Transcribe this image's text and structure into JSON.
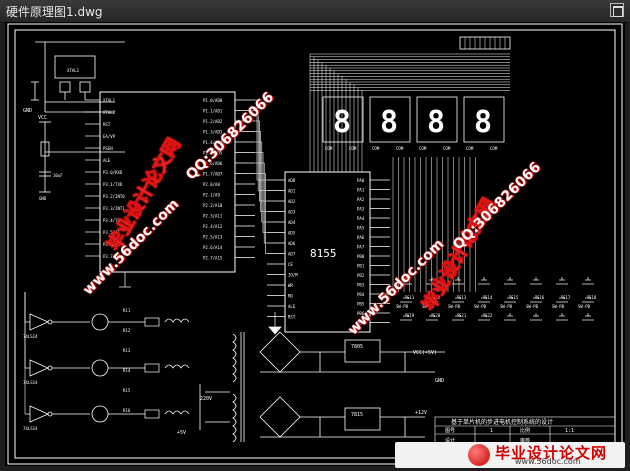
{
  "window": {
    "title": "硬件原理图1.dwg"
  },
  "drawing": {
    "chip_8155": "8155",
    "chip_74ls14": "74LS14",
    "reg_7805": "7805",
    "reg_7815": "7815",
    "vcc_label": "VCC(+5V)",
    "vcc": "VCC",
    "gnd": "GND",
    "xtal": "XTAL1",
    "pins_left": [
      "XTAL1",
      "XTAL2",
      "RST",
      "EA/VP",
      "PSEN",
      "ALE",
      "P3.0/RXD",
      "P3.1/TXD",
      "P3.2/INT0",
      "P3.3/INT1",
      "P3.4/T0",
      "P3.5/T1",
      "P3.6/WR",
      "P3.7/RD"
    ],
    "pins_right": [
      "P1.0/AD0",
      "P1.1/AD1",
      "P1.2/AD2",
      "P1.3/AD3",
      "P1.4/AD4",
      "P1.5/AD5",
      "P1.6/AD6",
      "P1.7/AD7",
      "P2.0/A8",
      "P2.1/A9",
      "P2.2/A10",
      "P2.3/A11",
      "P2.4/A12",
      "P2.5/A13",
      "P2.6/A14",
      "P2.7/A15"
    ],
    "pins_8155": [
      "AD0",
      "AD1",
      "AD2",
      "AD3",
      "AD4",
      "AD5",
      "AD6",
      "AD7",
      "CE",
      "IO/M",
      "WR",
      "RD",
      "ALE",
      "RST"
    ],
    "pins_8155_right": [
      "PA0",
      "PA1",
      "PA2",
      "PA3",
      "PA4",
      "PA5",
      "PA6",
      "PA7",
      "PB0",
      "PB1",
      "PB2",
      "PB3",
      "PB4",
      "PB5",
      "PB6",
      "PB7"
    ],
    "seg_com": "COM",
    "seg_digit": "8",
    "resistors": [
      "R11",
      "R12",
      "R13",
      "R14",
      "R15",
      "R16"
    ],
    "keys": [
      "S11",
      "S12",
      "S13",
      "S14",
      "S15",
      "S16",
      "S17",
      "S18",
      "S19",
      "S20",
      "S21",
      "S22"
    ],
    "key_label": "SW-PB",
    "voltage_in": "220V",
    "voltage_12": "+12V",
    "voltage_5": "+5V",
    "cap_label": "10uF",
    "title_block": {
      "title": "基于单片机的步进电机控制系统的设计",
      "row1a": "图号",
      "row1b": "1",
      "row1c": "比例",
      "row1d": "1:1",
      "row2a": "设计",
      "row2b": "审核"
    }
  },
  "watermarks": {
    "brand": "毕业设计论文网",
    "url": "www.56doc.com",
    "qq": "QQ:306826066"
  },
  "footer_logo": {
    "brand": "毕业设计论文网",
    "url": "www.56doc.com"
  }
}
